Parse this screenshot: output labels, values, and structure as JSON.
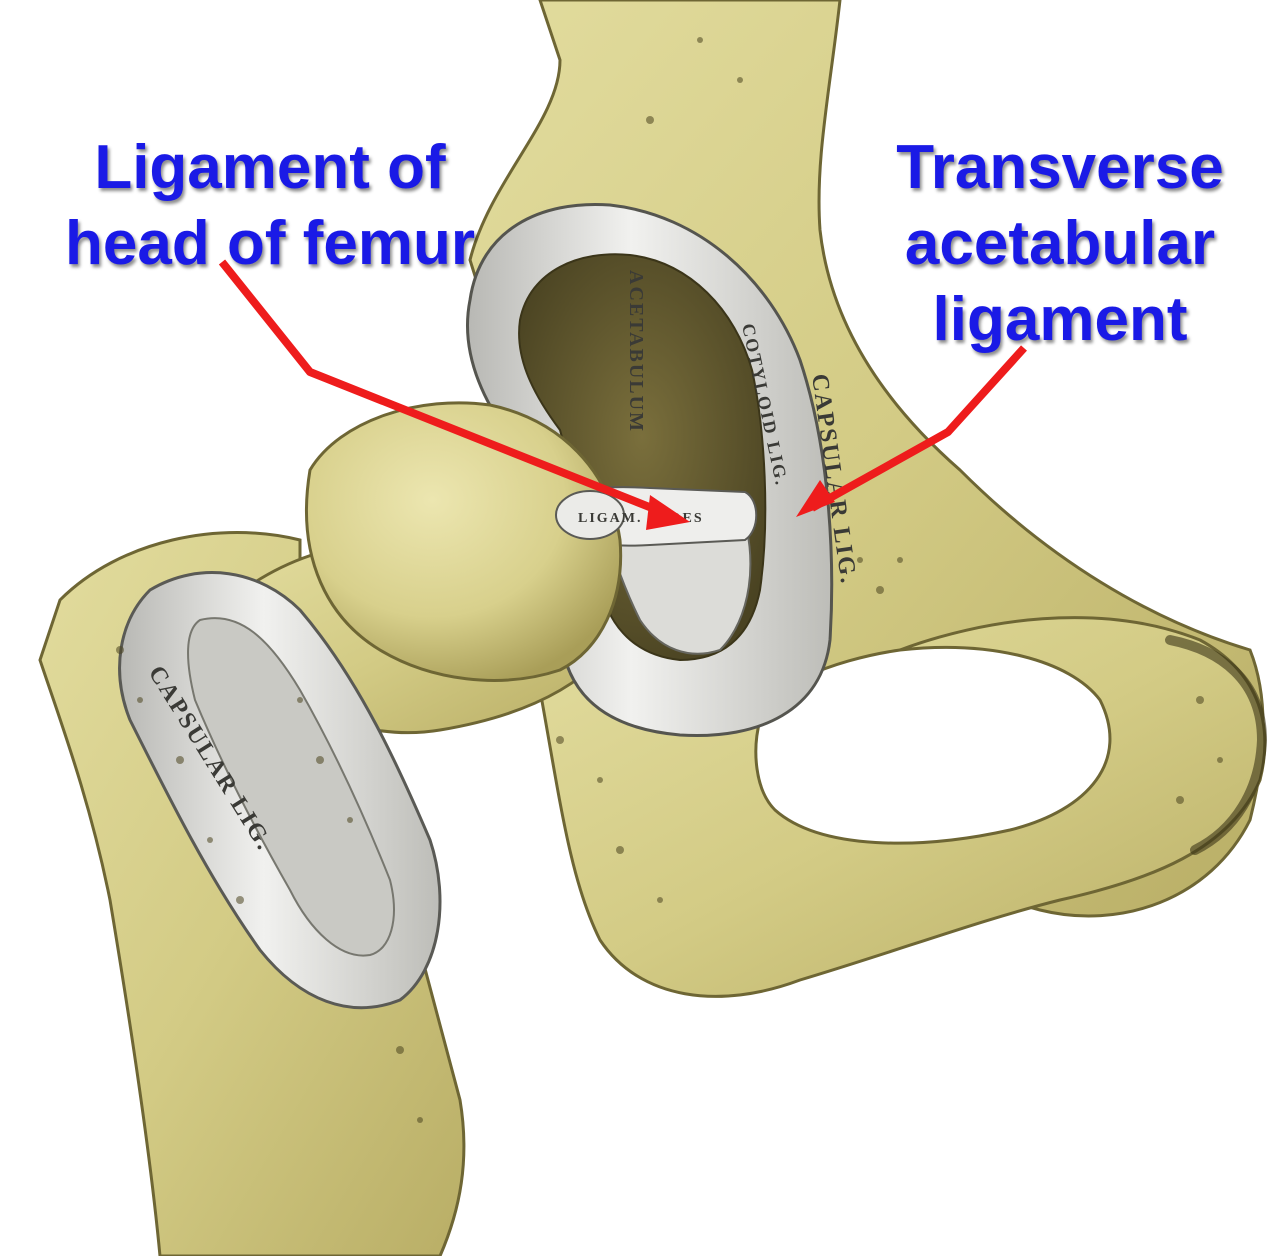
{
  "labels": {
    "left": {
      "line1": "Ligament of",
      "line2": "head of femur"
    },
    "right": {
      "line1": "Transverse",
      "line2": "acetabular",
      "line3": "ligament"
    }
  },
  "engraved_text": {
    "acetabulum": "ACETABULUM",
    "cotyloid": "COTYLOID LIG.",
    "capsular_upper": "CAPSULAR LIG.",
    "ligamentum_teres": "LIGAM. TERES",
    "capsular_lower": "CAPSULAR LIG."
  },
  "colors": {
    "label_text": "#1a1ae6",
    "arrow": "#ee1c1c",
    "bone": "#d6cf8c",
    "ligament": "#d9d9d6"
  }
}
